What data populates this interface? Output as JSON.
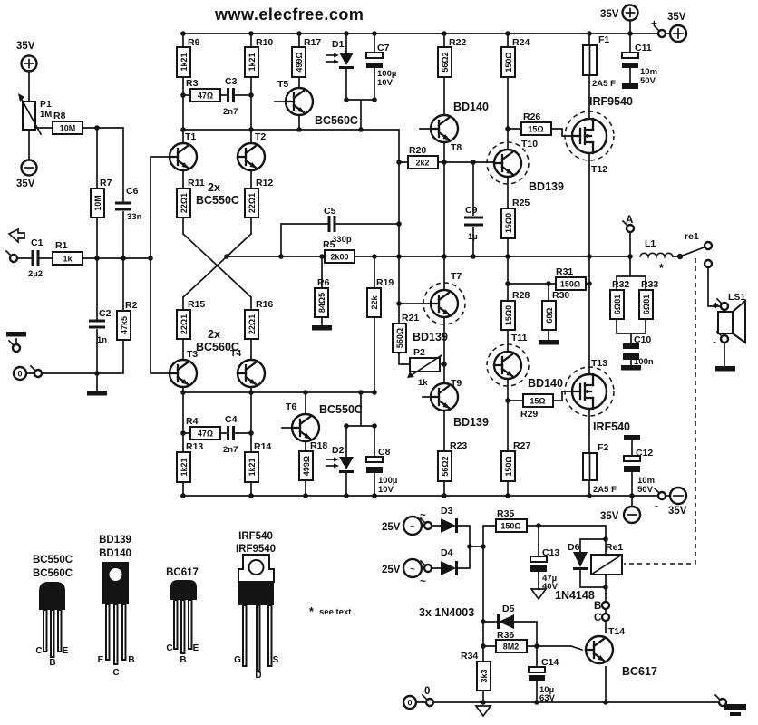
{
  "site": "www.elecfree.com",
  "p": {
    "v35": "35V",
    "v25": "25V",
    "plus": "+",
    "minus": "-",
    "tilde": "~",
    "zero": "0",
    "a": "A",
    "b": "B",
    "c": "C"
  },
  "notes": {
    "star": "*",
    "see": "see text",
    "d3x": "3x 1N4003"
  },
  "c": {
    "R1": {
      "r": "R1",
      "v": "1k"
    },
    "R2": {
      "r": "R2",
      "v": "47k5"
    },
    "R3": {
      "r": "R3",
      "v": "47Ω"
    },
    "R4": {
      "r": "R4",
      "v": "47Ω"
    },
    "R5": {
      "r": "R5",
      "v": "2k00"
    },
    "R6": {
      "r": "R6",
      "v": "84Ω5"
    },
    "R7": {
      "r": "R7",
      "v": "10M"
    },
    "R8": {
      "r": "R8",
      "v": "10M"
    },
    "R9": {
      "r": "R9",
      "v": "1k21"
    },
    "R10": {
      "r": "R10",
      "v": "1k21"
    },
    "R11": {
      "r": "R11",
      "v": "22Ω1"
    },
    "R12": {
      "r": "R12",
      "v": "22Ω1"
    },
    "R13": {
      "r": "R13",
      "v": "1k21"
    },
    "R14": {
      "r": "R14",
      "v": "1k21"
    },
    "R15": {
      "r": "R15",
      "v": "22Ω1"
    },
    "R16": {
      "r": "R16",
      "v": "22Ω1"
    },
    "R17": {
      "r": "R17",
      "v": "499Ω"
    },
    "R18": {
      "r": "R18",
      "v": "499Ω"
    },
    "R19": {
      "r": "R19",
      "v": "22k"
    },
    "R20": {
      "r": "R20",
      "v": "2k2"
    },
    "R21": {
      "r": "R21",
      "v": "560Ω"
    },
    "R22": {
      "r": "R22",
      "v": "56Ω2"
    },
    "R23": {
      "r": "R23",
      "v": "56Ω2"
    },
    "R24": {
      "r": "R24",
      "v": "150Ω"
    },
    "R25": {
      "r": "R25",
      "v": "15Ω0"
    },
    "R26": {
      "r": "R26",
      "v": "15Ω"
    },
    "R27": {
      "r": "R27",
      "v": "150Ω"
    },
    "R28": {
      "r": "R28",
      "v": "15Ω0"
    },
    "R29": {
      "r": "R29",
      "v": "15Ω"
    },
    "R30": {
      "r": "R30",
      "v": "68Ω"
    },
    "R31": {
      "r": "R31",
      "v": "150Ω"
    },
    "R32": {
      "r": "R32",
      "v": "6Ω81"
    },
    "R33": {
      "r": "R33",
      "v": "6Ω81"
    },
    "R34": {
      "r": "R34",
      "v": "3k3"
    },
    "R35": {
      "r": "R35",
      "v": "150Ω"
    },
    "R36": {
      "r": "R36",
      "v": "8M2"
    },
    "P1": {
      "r": "P1",
      "v": "1M"
    },
    "P2": {
      "r": "P2",
      "v": "1k"
    },
    "C1": {
      "r": "C1",
      "v": "2µ2"
    },
    "C2": {
      "r": "C2",
      "v": "1n"
    },
    "C3": {
      "r": "C3",
      "v": "2n7"
    },
    "C4": {
      "r": "C4",
      "v": "2n7"
    },
    "C5": {
      "r": "C5",
      "v": "330p"
    },
    "C6": {
      "r": "C6",
      "v": "33n"
    },
    "C7": {
      "r": "C7",
      "v": "100µ",
      "v2": "10V"
    },
    "C8": {
      "r": "C8",
      "v": "100µ",
      "v2": "10V"
    },
    "C9": {
      "r": "C9",
      "v": "1µ"
    },
    "C10": {
      "r": "C10",
      "v": "100n"
    },
    "C11": {
      "r": "C11",
      "v": "10m",
      "v2": "50V"
    },
    "C12": {
      "r": "C12",
      "v": "10m",
      "v2": "50V"
    },
    "C13": {
      "r": "C13",
      "v": "47µ",
      "v2": "40V"
    },
    "C14": {
      "r": "C14",
      "v": "10µ",
      "v2": "63V"
    },
    "D1": {
      "r": "D1"
    },
    "D2": {
      "r": "D2"
    },
    "D3": {
      "r": "D3"
    },
    "D4": {
      "r": "D4"
    },
    "D5": {
      "r": "D5"
    },
    "D6": {
      "r": "D6",
      "v": "1N4148"
    },
    "F1": {
      "r": "F1",
      "v": "2A5 F"
    },
    "F2": {
      "r": "F2",
      "v": "2A5 F"
    },
    "L1": {
      "r": "L1"
    },
    "RE1": {
      "r": "Re1"
    },
    "re1": {
      "r": "re1"
    },
    "LS1": {
      "r": "LS1"
    }
  },
  "t": {
    "T1": {
      "r": "T1"
    },
    "T2": {
      "r": "T2"
    },
    "T3": {
      "r": "T3"
    },
    "T4": {
      "r": "T4"
    },
    "T5": {
      "r": "T5",
      "ty": "BC560C"
    },
    "T6": {
      "r": "T6",
      "ty": "BC550C"
    },
    "T7": {
      "r": "T7",
      "ty": "BD139"
    },
    "T8": {
      "r": "T8",
      "ty": "BD140"
    },
    "T9": {
      "r": "T9",
      "ty": "BD139"
    },
    "T10": {
      "r": "T10",
      "ty": "BD139"
    },
    "T11": {
      "r": "T11",
      "ty": "BD140"
    },
    "T12": {
      "r": "T12",
      "ty": "IRF9540"
    },
    "T13": {
      "r": "T13",
      "ty": "IRF540"
    },
    "T14": {
      "r": "T14",
      "ty": "BC617"
    },
    "pair_npn": {
      "a": "2x",
      "b": "BC550C"
    },
    "pair_pnp": {
      "a": "2x",
      "b": "BC560C"
    }
  },
  "pk": [
    {
      "t1": "BC550C",
      "t2": "BC560C",
      "l": "C",
      "m": "B",
      "rr": "E"
    },
    {
      "t1": "BD139",
      "t2": "BD140",
      "l": "E",
      "m": "C",
      "rr": "B"
    },
    {
      "t1": "BC617",
      "t2": "",
      "l": "C",
      "m": "B",
      "rr": "E"
    },
    {
      "t1": "IRF540",
      "t2": "IRF9540",
      "l": "G",
      "m": "D",
      "rr": "S"
    }
  ]
}
